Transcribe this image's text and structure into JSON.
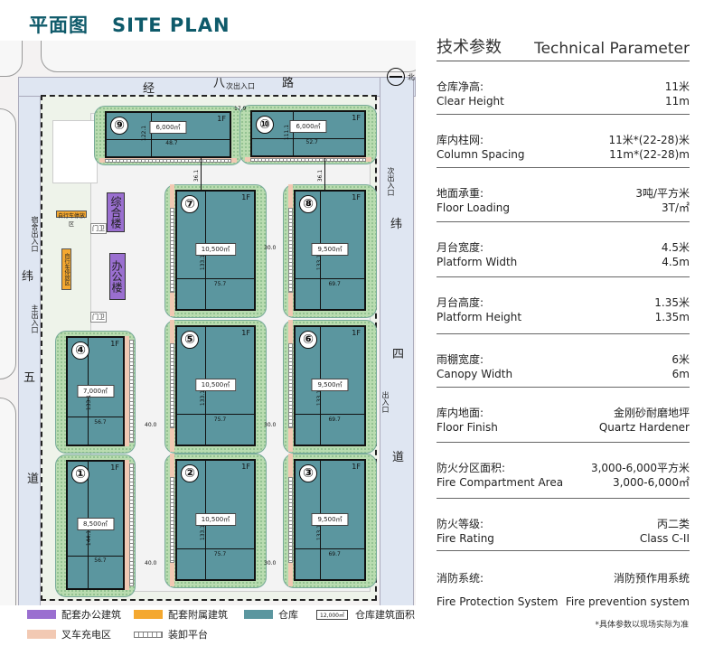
{
  "title": {
    "cn": "平面图",
    "en": "SITE PLAN"
  },
  "colors": {
    "title": "#0e5a6a",
    "warehouse": "#5b969f",
    "office": "#9a6fd0",
    "ancillary": "#f4a830",
    "forklift": "#f2c9b3"
  },
  "map": {
    "roads": {
      "top": [
        "经",
        "八",
        "路"
      ],
      "left": [
        "纬",
        "五",
        "道"
      ],
      "right": [
        "纬",
        "四",
        "道"
      ]
    },
    "entrances": {
      "top": "次出入口",
      "right_top": "次出入口",
      "right_mid": "出入口",
      "left_dorm": "宿舍出入口",
      "left_main": "主出入口"
    },
    "north": "北",
    "gates": [
      "门卫",
      "门卫"
    ],
    "office_buildings": [
      "综合楼",
      "办公楼"
    ],
    "bike_parking": [
      "自行车停放区",
      "自行车停放区"
    ],
    "floor_label": "1F",
    "buildings": [
      {
        "num": "①",
        "area": "8,500㎡",
        "w": "56.7",
        "h": "144.1"
      },
      {
        "num": "②",
        "area": "10,500㎡",
        "w": "75.7",
        "h": "133.1"
      },
      {
        "num": "③",
        "area": "9,500㎡",
        "w": "69.7",
        "h": "133.1"
      },
      {
        "num": "④",
        "area": "7,000㎡",
        "w": "56.7",
        "h": "133.1"
      },
      {
        "num": "⑤",
        "area": "10,500㎡",
        "w": "75.7",
        "h": "133.1"
      },
      {
        "num": "⑥",
        "area": "9,500㎡",
        "w": "69.7",
        "h": "133.1"
      },
      {
        "num": "⑦",
        "area": "10,500㎡",
        "w": "75.7",
        "h": "133.1"
      },
      {
        "num": "⑧",
        "area": "9,500㎡",
        "w": "69.7",
        "h": "133.1"
      },
      {
        "num": "⑨",
        "area": "6,000㎡",
        "w": "48.7",
        "h": "122.1"
      },
      {
        "num": "⑩",
        "area": "6,000㎡",
        "w": "52.7",
        "h": "111.1"
      }
    ],
    "distances": {
      "d40": "40.0",
      "d30": "30.0",
      "d17": "17.9",
      "d36": "36.1"
    }
  },
  "legend": [
    {
      "label": "配套办公建筑"
    },
    {
      "label": "配套附属建筑"
    },
    {
      "label": "仓库"
    },
    {
      "label": "仓库建筑面积",
      "sample": "12,000㎡"
    },
    {
      "label": "叉车充电区"
    },
    {
      "label": "装卸平台"
    }
  ],
  "panel": {
    "title_cn": "技术参数",
    "title_en": "Technical Parameter",
    "rows": [
      {
        "cn": "仓库净高:",
        "en": "Clear Height",
        "v_cn": "11米",
        "v_en": "11m"
      },
      {
        "cn": "库内柱网:",
        "en": "Column Spacing",
        "v_cn": "11米*(22-28)米",
        "v_en": "11m*(22-28)m"
      },
      {
        "cn": "地面承重:",
        "en": "Floor Loading",
        "v_cn": "3吨/平方米",
        "v_en": "3T/㎡"
      },
      {
        "cn": "月台宽度:",
        "en": "Platform Width",
        "v_cn": "4.5米",
        "v_en": "4.5m"
      },
      {
        "cn": "月台高度:",
        "en": "Platform Height",
        "v_cn": "1.35米",
        "v_en": "1.35m"
      },
      {
        "cn": "雨棚宽度:",
        "en": "Canopy Width",
        "v_cn": "6米",
        "v_en": "6m"
      },
      {
        "cn": "库内地面:",
        "en": "Floor Finish",
        "v_cn": "金刚砂耐磨地坪",
        "v_en": "Quartz Hardener"
      },
      {
        "cn": "防火分区面积:",
        "en": "Fire Compartment Area",
        "v_cn": "3,000-6,000平方米",
        "v_en": "3,000-6,000㎡"
      },
      {
        "cn": "防火等级:",
        "en": "Fire Rating",
        "v_cn": "丙二类",
        "v_en": "Class C-II"
      },
      {
        "cn": "消防系统:",
        "en": "Fire Protection System",
        "v_cn": "消防预作用系统",
        "v_en": "Fire prevention system"
      }
    ],
    "footnote": "*具体参数以现场实际为准"
  }
}
